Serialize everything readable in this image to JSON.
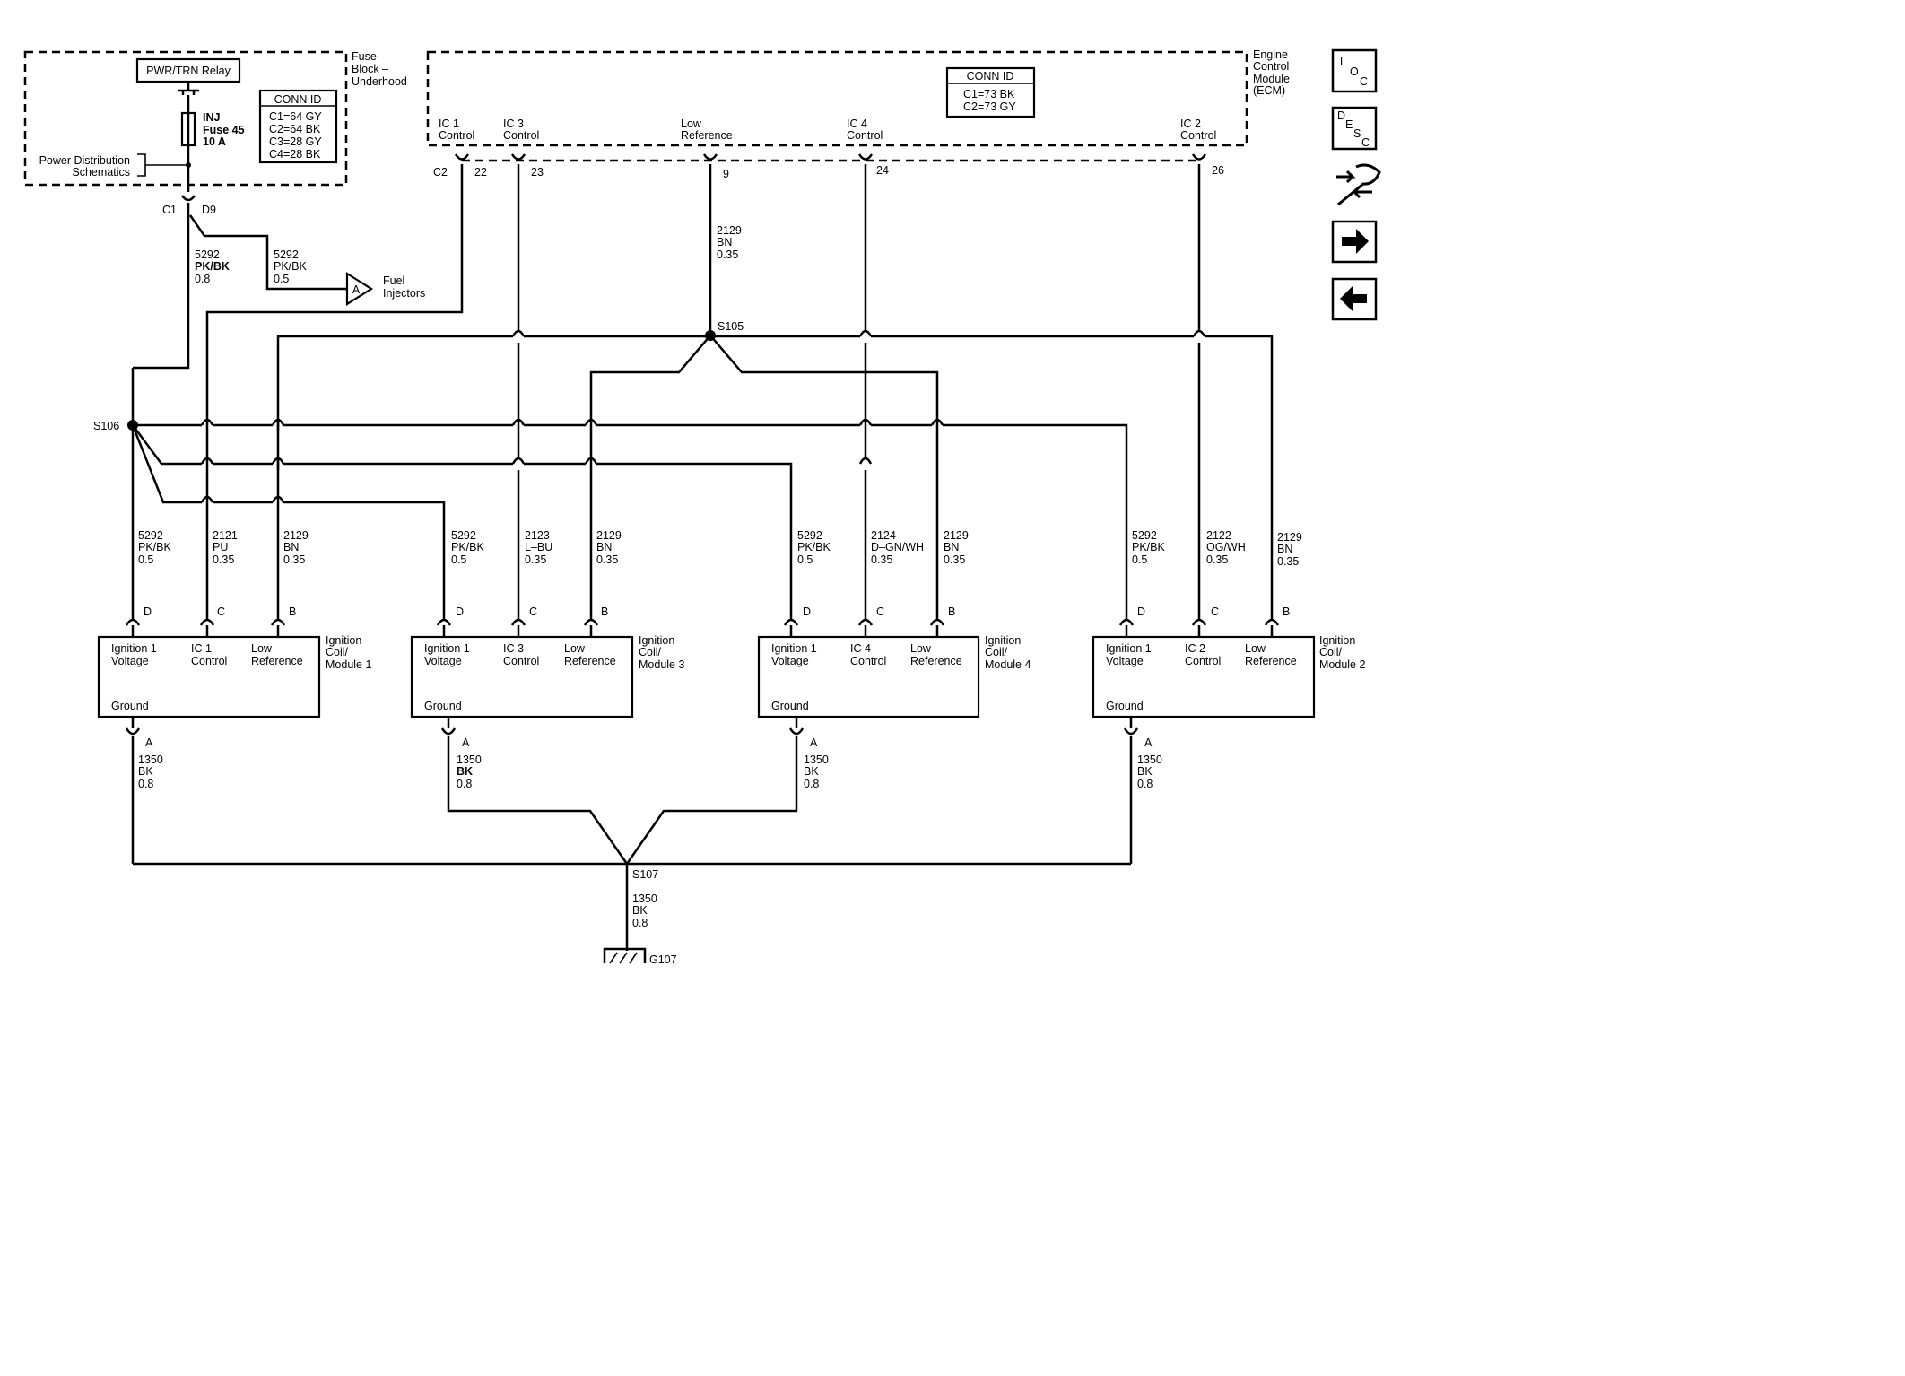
{
  "fuse_block": {
    "title_lines": [
      "Fuse",
      "Block –",
      "Underhood"
    ],
    "relay": "PWR/TRN Relay",
    "fuse_lines": [
      "INJ",
      "Fuse 45",
      "10 A"
    ],
    "pds_lines": [
      "Power Distribution",
      "Schematics"
    ],
    "conn_id": {
      "header": "CONN ID",
      "rows": [
        "C1=64 GY",
        "C2=64 BK",
        "C3=28 GY",
        "C4=28 BK"
      ]
    },
    "conn_label": "C1",
    "pin_label": "D9"
  },
  "ecm": {
    "title_lines": [
      "Engine",
      "Control",
      "Module",
      "(ECM)"
    ],
    "conn_id": {
      "header": "CONN ID",
      "rows": [
        "C1=73 BK",
        "C2=73 GY"
      ]
    },
    "conn_label": "C2",
    "pins": [
      {
        "label": [
          "IC 1",
          "Control"
        ],
        "pin": "22"
      },
      {
        "label": [
          "IC 3",
          "Control"
        ],
        "pin": "23"
      },
      {
        "label": [
          "Low",
          "Reference"
        ],
        "pin": "9"
      },
      {
        "label": [
          "IC 4",
          "Control"
        ],
        "pin": "24"
      },
      {
        "label": [
          "IC 2",
          "Control"
        ],
        "pin": "26"
      }
    ]
  },
  "wires": {
    "fuse_out": [
      "5292",
      "PK/BK",
      "0.8"
    ],
    "fuel_inj_wire": [
      "5292",
      "PK/BK",
      "0.5"
    ],
    "low_ref_main": [
      "2129",
      "BN",
      "0.35"
    ],
    "ground_main": [
      "1350",
      "BK",
      "0.8"
    ]
  },
  "fuel_injectors": {
    "connector": "A",
    "label_lines": [
      "Fuel",
      "Injectors"
    ]
  },
  "splices": {
    "s105": "S105",
    "s106": "S106",
    "s107": "S107",
    "g107": "G107"
  },
  "coils": [
    {
      "title": [
        "Ignition",
        "Coil/",
        "Module 1"
      ],
      "pins": [
        {
          "pin": "D",
          "func": [
            "Ignition 1",
            "Voltage"
          ],
          "wire": [
            "5292",
            "PK/BK",
            "0.5"
          ]
        },
        {
          "pin": "C",
          "func": [
            "IC 1",
            "Control"
          ],
          "wire": [
            "2121",
            "PU",
            "0.35"
          ]
        },
        {
          "pin": "B",
          "func": [
            "Low",
            "Reference"
          ],
          "wire": [
            "2129",
            "BN",
            "0.35"
          ]
        }
      ],
      "ground": "Ground",
      "ground_pin": "A",
      "ground_wire": [
        "1350",
        "BK",
        "0.8"
      ]
    },
    {
      "title": [
        "Ignition",
        "Coil/",
        "Module 3"
      ],
      "pins": [
        {
          "pin": "D",
          "func": [
            "Ignition 1",
            "Voltage"
          ],
          "wire": [
            "5292",
            "PK/BK",
            "0.5"
          ]
        },
        {
          "pin": "C",
          "func": [
            "IC 3",
            "Control"
          ],
          "wire": [
            "2123",
            "L–BU",
            "0.35"
          ]
        },
        {
          "pin": "B",
          "func": [
            "Low",
            "Reference"
          ],
          "wire": [
            "2129",
            "BN",
            "0.35"
          ]
        }
      ],
      "ground": "Ground",
      "ground_pin": "A",
      "ground_wire": [
        "1350",
        "BK",
        "0.8"
      ]
    },
    {
      "title": [
        "Ignition",
        "Coil/",
        "Module 4"
      ],
      "pins": [
        {
          "pin": "D",
          "func": [
            "Ignition 1",
            "Voltage"
          ],
          "wire": [
            "5292",
            "PK/BK",
            "0.5"
          ]
        },
        {
          "pin": "C",
          "func": [
            "IC 4",
            "Control"
          ],
          "wire": [
            "2124",
            "D–GN/WH",
            "0.35"
          ]
        },
        {
          "pin": "B",
          "func": [
            "Low",
            "Reference"
          ],
          "wire": [
            "2129",
            "BN",
            "0.35"
          ]
        }
      ],
      "ground": "Ground",
      "ground_pin": "A",
      "ground_wire": [
        "1350",
        "BK",
        "0.8"
      ]
    },
    {
      "title": [
        "Ignition",
        "Coil/",
        "Module 2"
      ],
      "pins": [
        {
          "pin": "D",
          "func": [
            "Ignition 1",
            "Voltage"
          ],
          "wire": [
            "5292",
            "PK/BK",
            "0.5"
          ]
        },
        {
          "pin": "C",
          "func": [
            "IC 2",
            "Control"
          ],
          "wire": [
            "2122",
            "OG/WH",
            "0.35"
          ]
        },
        {
          "pin": "B",
          "func": [
            "Low",
            "Reference"
          ],
          "wire": [
            "2129",
            "BN",
            "0.35"
          ]
        }
      ],
      "ground": "Ground",
      "ground_pin": "A",
      "ground_wire": [
        "1350",
        "BK",
        "0.8"
      ]
    }
  ],
  "nav": {
    "loc": {
      "big": "L",
      "o": "O",
      "c": "C"
    },
    "desc": {
      "d": "D",
      "e": "E",
      "s": "S",
      "c": "C"
    }
  }
}
